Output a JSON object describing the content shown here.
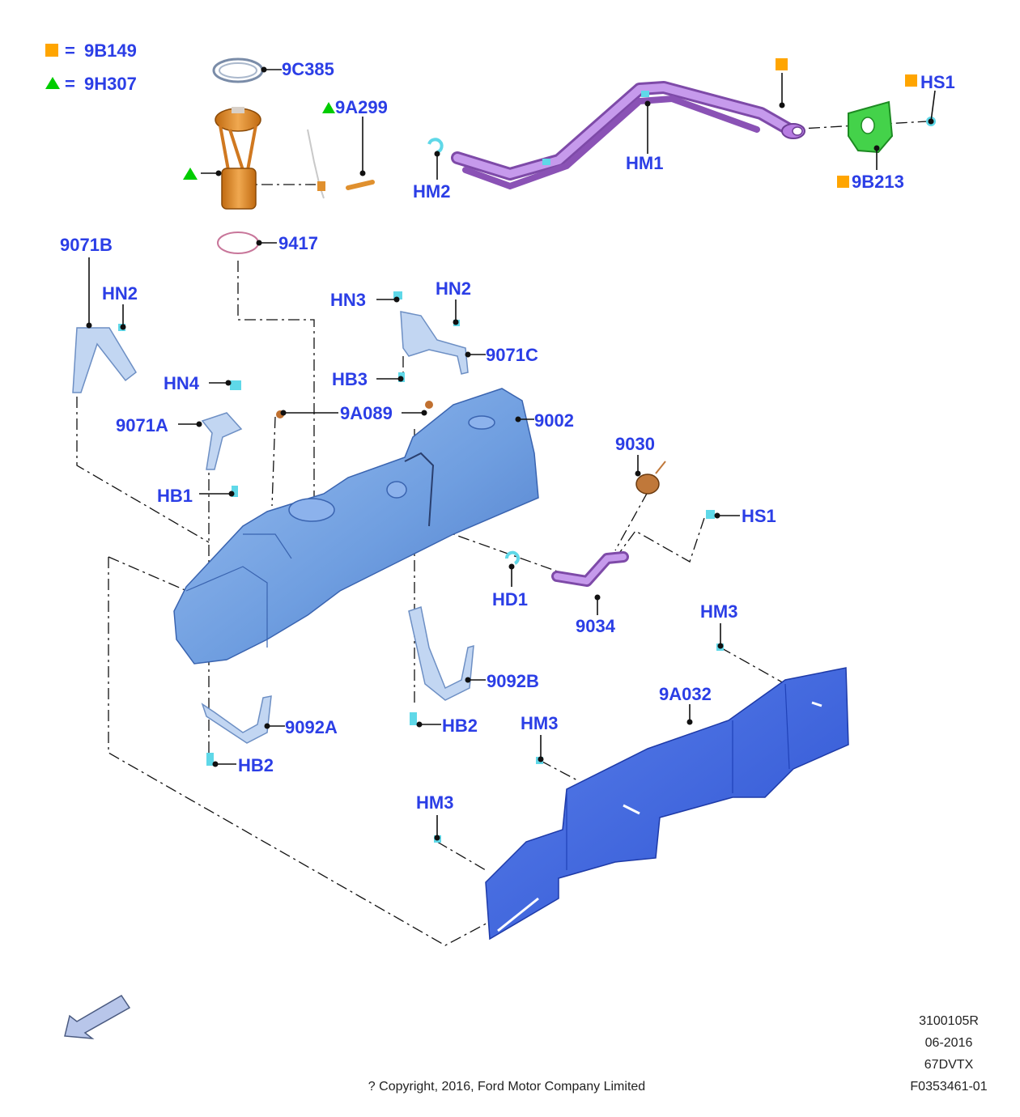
{
  "colors": {
    "callout": "#2b3ee6",
    "legend_square": "#ffa500",
    "legend_triangle": "#00cc00",
    "tank": "#6f9ee0",
    "shield": "#3a63dd",
    "filler_pipe": "#b77de2",
    "pump": "#e0902e",
    "fastener": "#5fd8e8",
    "bracket": "#aac6ee",
    "filler_bracket": "#44d24a"
  },
  "legend": {
    "square_code": "9B149",
    "triangle_code": "9H307",
    "equals": "="
  },
  "labels": {
    "l_9c385": "9C385",
    "l_9a299": "9A299",
    "l_hs1_top": "HS1",
    "l_hm1": "HM1",
    "l_hm2": "HM2",
    "l_9b213": "9B213",
    "l_9417": "9417",
    "l_9071b": "9071B",
    "l_hn2_left": "HN2",
    "l_hn3": "HN3",
    "l_hn2_mid": "HN2",
    "l_9071c": "9071C",
    "l_hb3": "HB3",
    "l_hn4": "HN4",
    "l_9a089": "9A089",
    "l_9002": "9002",
    "l_9071a": "9071A",
    "l_9030": "9030",
    "l_hb1": "HB1",
    "l_hs1_mid": "HS1",
    "l_hd1": "HD1",
    "l_9034": "9034",
    "l_hm3_right": "HM3",
    "l_9092b": "9092B",
    "l_9a032": "9A032",
    "l_9092a": "9092A",
    "l_hb2_mid": "HB2",
    "l_hm3_mid": "HM3",
    "l_hb2_left": "HB2",
    "l_hm3_low": "HM3"
  },
  "footer": {
    "code1": "3100105R",
    "date": "06-2016",
    "code2": "67DVTX",
    "code3": "F0353461-01",
    "copyright": "? Copyright, 2016, Ford Motor Company Limited"
  }
}
